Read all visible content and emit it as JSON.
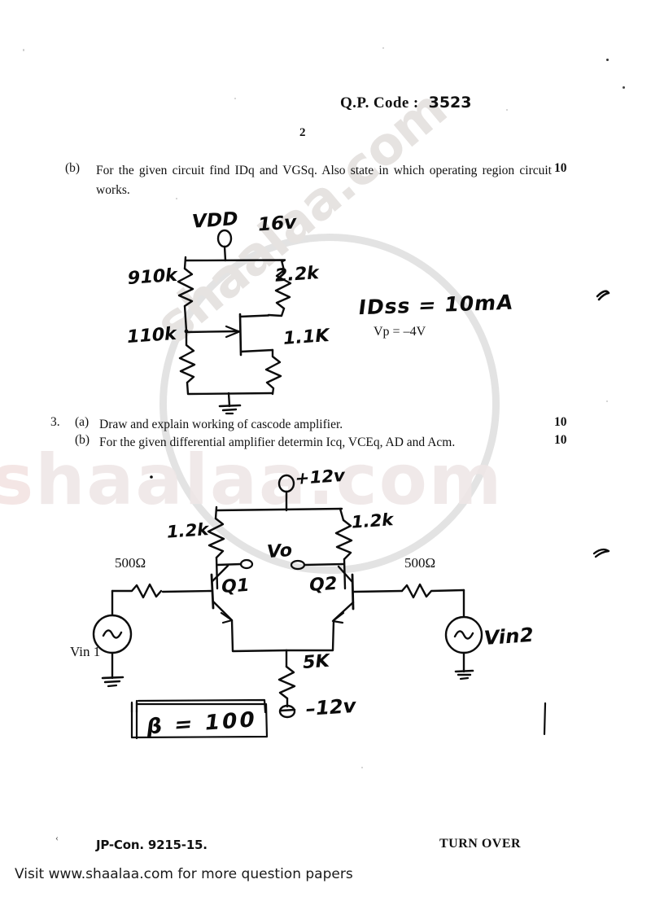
{
  "header": {
    "qp_code_label": "Q.P. Code :",
    "qp_code_value": "3523",
    "page_number": "2"
  },
  "questions": [
    {
      "id": "q1b",
      "label": "(b)",
      "text": "For the given circuit find IDq and VGSq. Also state in which operating region circuit works.",
      "marks": "10"
    },
    {
      "id": "q3a",
      "number": "3.",
      "label": "(a)",
      "text": "Draw and explain working of cascode amplifier.",
      "marks": "10"
    },
    {
      "id": "q3b",
      "label": "(b)",
      "text": "For the given differential amplifier determin Icq, VCEq, AD and Acm.",
      "marks": "10"
    }
  ],
  "figure_jfet": {
    "name": "jfet-bias-circuit",
    "supply_label": "VDD",
    "supply_value": "16v",
    "r_upper_divider": "910k",
    "r_lower_divider": "110k",
    "r_drain": "2.2k",
    "r_source": "1.1K",
    "annotation_idss": "IDss = 10mA",
    "annotation_vp": "Vp = –4V"
  },
  "figure_diffamp": {
    "name": "differential-amplifier-circuit",
    "supply_positive": "+12v",
    "supply_negative": "–12v",
    "rc_left": "1.2k",
    "rc_right": "1.2k",
    "rs_left": "500Ω",
    "rs_right": "500Ω",
    "re_tail": "5K",
    "transistor_left": "Q1",
    "transistor_right": "Q2",
    "output_label": "Vo",
    "source_left": "Vin 1",
    "source_right": "Vin2",
    "beta_box": "β = 100"
  },
  "watermarks": {
    "diagonal": "shaalaa.com",
    "band": "shaalaa.com",
    "circle_color": "#e2e2e2"
  },
  "footer": {
    "paper_code": "JP-Con. 9215-15.",
    "turn_over": "TURN OVER",
    "visit_line": "Visit www.shaalaa.com for more question papers"
  }
}
